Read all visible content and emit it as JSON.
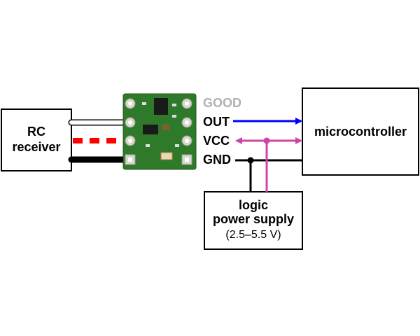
{
  "rc_receiver": {
    "line1": "RC",
    "line2": "receiver"
  },
  "pins": {
    "good": "GOOD",
    "out": "OUT",
    "vcc": "VCC",
    "gnd": "GND"
  },
  "microcontroller": {
    "label": "microcontroller"
  },
  "power_supply": {
    "line1": "logic",
    "line2": "power supply",
    "line3": "(2.5–5.5 V)"
  },
  "colors": {
    "out_signal": "#0000ff",
    "vcc_wire": "#cc44aa",
    "gnd_wire": "#000000",
    "pin_label_good": "#b0b0b0",
    "rc_power_wire": "#ff0000",
    "board": "#2f7a2a"
  }
}
